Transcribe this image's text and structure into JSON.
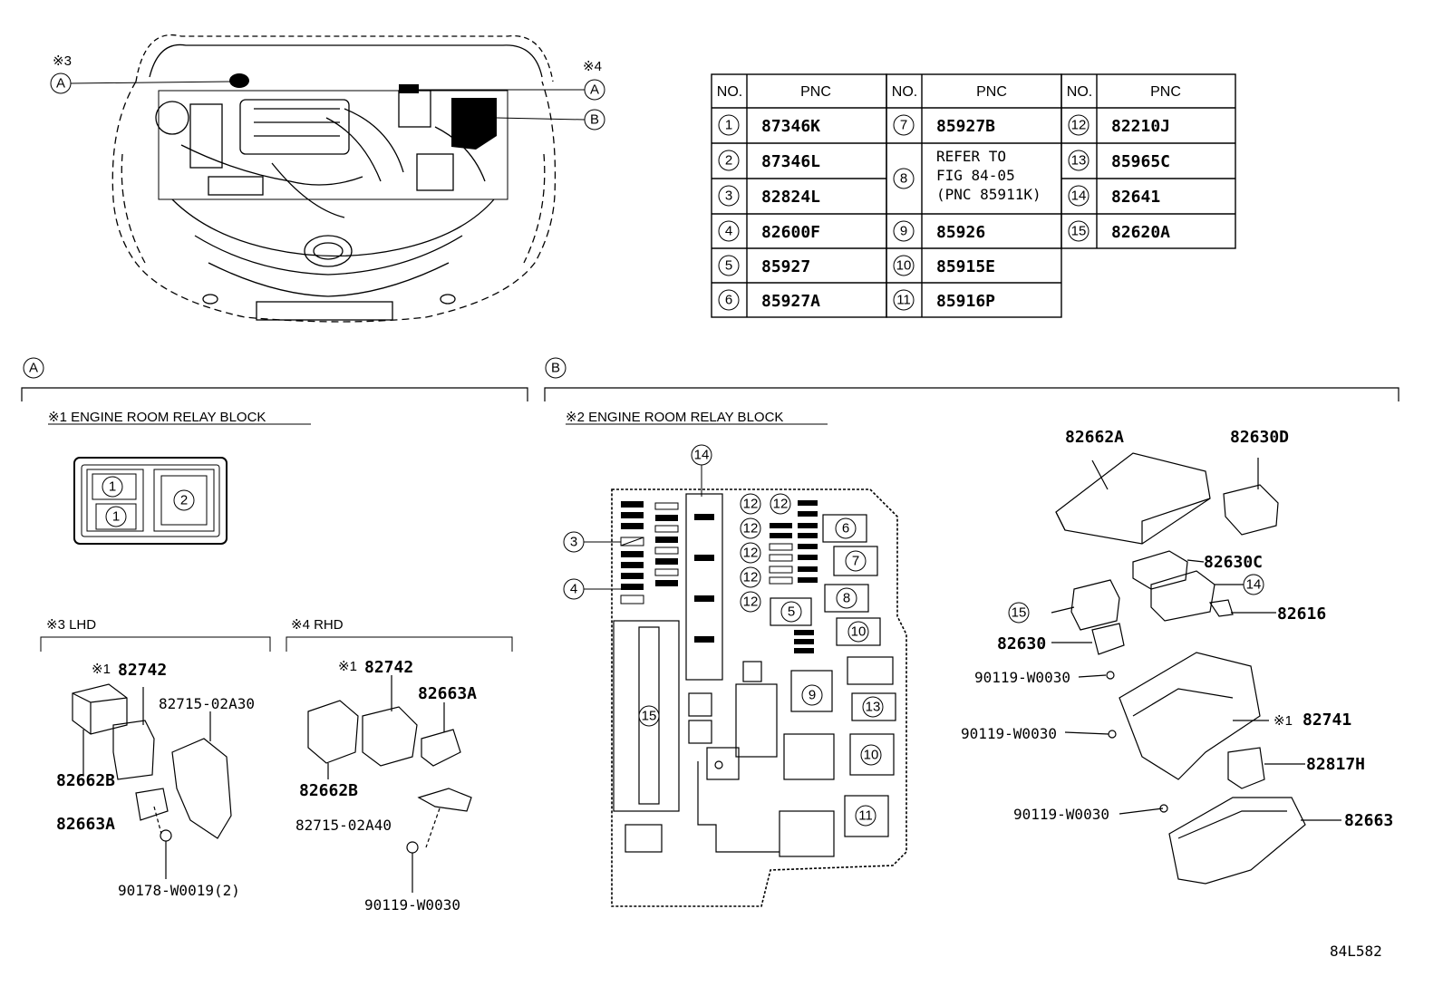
{
  "markers": {
    "a": "A",
    "b": "B",
    "note3": "※3",
    "note4": "※4"
  },
  "table": {
    "headers": {
      "no": "NO.",
      "pnc": "PNC"
    },
    "col1": [
      {
        "no": "1",
        "pnc": "87346K"
      },
      {
        "no": "2",
        "pnc": "87346L"
      },
      {
        "no": "3",
        "pnc": "82824L"
      },
      {
        "no": "4",
        "pnc": "82600F"
      },
      {
        "no": "5",
        "pnc": "85927"
      },
      {
        "no": "6",
        "pnc": "85927A"
      }
    ],
    "col2": [
      {
        "no": "7",
        "pnc": "85927B"
      },
      {
        "no": "8",
        "line1": "REFER TO",
        "line2": "FIG 84-05",
        "line3": "(PNC 85911K)"
      },
      {
        "no": "9",
        "pnc": "85926"
      },
      {
        "no": "10",
        "pnc": "85915E"
      },
      {
        "no": "11",
        "pnc": "85916P"
      }
    ],
    "col3": [
      {
        "no": "12",
        "pnc": "82210J"
      },
      {
        "no": "13",
        "pnc": "85965C"
      },
      {
        "no": "14",
        "pnc": "82641"
      },
      {
        "no": "15",
        "pnc": "82620A"
      }
    ]
  },
  "section_a": {
    "title": "※1 ENGINE ROOM RELAY BLOCK",
    "relay_nums": [
      "1",
      "1",
      "2"
    ],
    "lhd": {
      "title": "※3 LHD",
      "parts": [
        "※1",
        "82742",
        "82715-02A30",
        "82662B",
        "82663A",
        "90178-W0019(2)"
      ]
    },
    "rhd": {
      "title": "※4 RHD",
      "parts": [
        "※1",
        "82742",
        "82663A",
        "82662B",
        "82715-02A40",
        "90119-W0030"
      ]
    }
  },
  "section_b": {
    "title": "※2 ENGINE ROOM RELAY BLOCK",
    "block_nums": {
      "n3": "3",
      "n4": "4",
      "n5": "5",
      "n6": "6",
      "n7": "7",
      "n8": "8",
      "n9": "9",
      "n10": "10",
      "n11": "11",
      "n12": "12",
      "n13": "13",
      "n14": "14",
      "n15": "15"
    },
    "parts": {
      "p82662A": "82662A",
      "p82630D": "82630D",
      "p82630C": "82630C",
      "n14": "14",
      "n15": "15",
      "p82616": "82616",
      "p82630": "82630",
      "bolt1": "90119-W0030",
      "bolt2": "90119-W0030",
      "mark1": "※1",
      "p82741": "82741",
      "p82817H": "82817H",
      "bolt3": "90119-W0030",
      "p82663": "82663"
    }
  },
  "footer": {
    "code": "84L582"
  }
}
